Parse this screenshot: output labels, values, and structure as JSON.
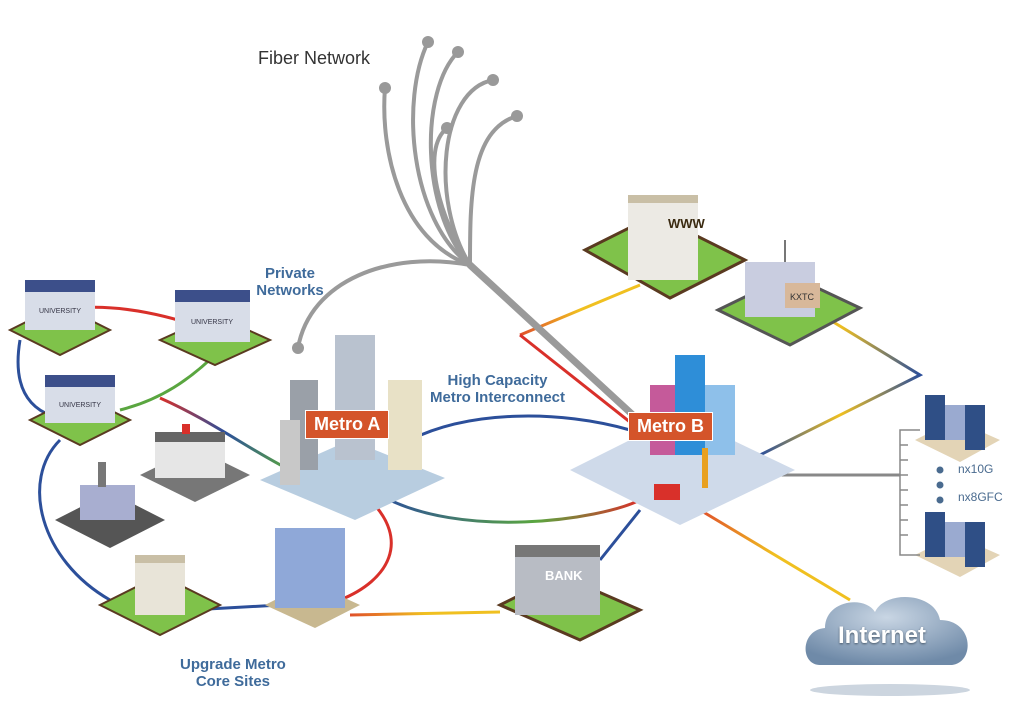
{
  "labels": {
    "fiber_network": "Fiber Network",
    "private_networks": "Private Networks",
    "interconnect_line1": "High Capacity",
    "interconnect_line2": "Metro Interconnect",
    "metro_a": "Metro A",
    "metro_b": "Metro B",
    "upgrade_line1": "Upgrade Metro",
    "upgrade_line2": "Core Sites",
    "internet": "Internet",
    "spec_1": "nx10G",
    "spec_2": "nx8GFC"
  },
  "building_signs": {
    "university": "UNIVERSITY",
    "www": "WWW",
    "broadcaster": "KXTC",
    "bank": "BANK"
  },
  "colors": {
    "metro_badge": "#d4542a",
    "label_text": "#3f6b9b",
    "fiber": "#9a9a9a",
    "link_red": "#d9302a",
    "link_blue": "#2c4f9a",
    "link_green": "#5aa640",
    "link_yellow": "#f0c020"
  }
}
